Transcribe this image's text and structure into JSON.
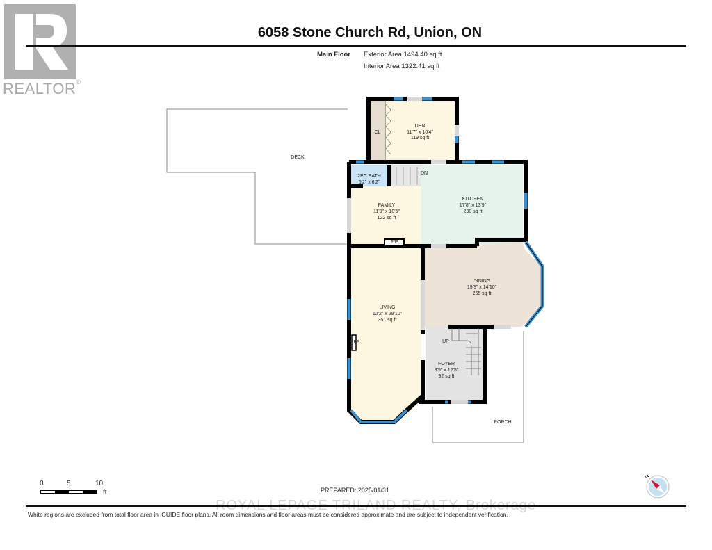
{
  "logo": {
    "brand": "REALTOR",
    "mark": "®",
    "letter": "R"
  },
  "header": {
    "title": "6058 Stone Church Rd, Union, ON",
    "floor_label": "Main Floor",
    "exterior_area": "Exterior Area 1494.40 sq ft",
    "interior_area": "Interior Area 1322.41 sq ft"
  },
  "rooms": [
    {
      "name": "DEN",
      "dims": "11'7\" x 10'4\"",
      "area": "119 sq ft",
      "color": "#fdf6e0"
    },
    {
      "name": "CL",
      "color": "#e6ddd0"
    },
    {
      "name": "2PC BATH",
      "dims": "6'2\" x 6'2\"",
      "color": "#c9e3f7"
    },
    {
      "name": "FAMILY",
      "dims": "11'9\" x 10'5\"",
      "area": "122 sq ft",
      "color": "#fdf6e0"
    },
    {
      "name": "KITCHEN",
      "dims": "17'8\" x 13'9\"",
      "area": "230 sq ft",
      "color": "#e6f3ec"
    },
    {
      "name": "DINING",
      "dims": "19'8\" x 14'10\"",
      "area": "255 sq ft",
      "color": "#ede3d6"
    },
    {
      "name": "LIVING",
      "dims": "12'2\" x 29'10\"",
      "area": "351 sq ft",
      "color": "#fdf6e0"
    },
    {
      "name": "FOYER",
      "dims": "9'5\" x 12'5\"",
      "area": "92 sq ft",
      "color": "#e3e3e3"
    }
  ],
  "exterior": {
    "deck": "DECK",
    "porch": "PORCH"
  },
  "annotations": {
    "stairs_down": "DN",
    "stairs_up": "UP",
    "fireplace_family": "F/P",
    "fireplace_living": "FP"
  },
  "colors": {
    "wall": "#000000",
    "window": "#3a8fcc",
    "outline": "#777777"
  },
  "scale": {
    "ticks": [
      "0",
      "5",
      "10"
    ],
    "unit": "ft"
  },
  "compass": {
    "label": "N"
  },
  "footer": {
    "prepared": "PREPARED: 2025/01/31",
    "watermark": "ROYAL LEPAGE TRILAND REALTY, Brokerage",
    "disclaimer": "White regions are excluded from total floor area in iGUIDE floor plans. All room dimensions and floor areas must be considered approximate and are subject to independent verification."
  }
}
